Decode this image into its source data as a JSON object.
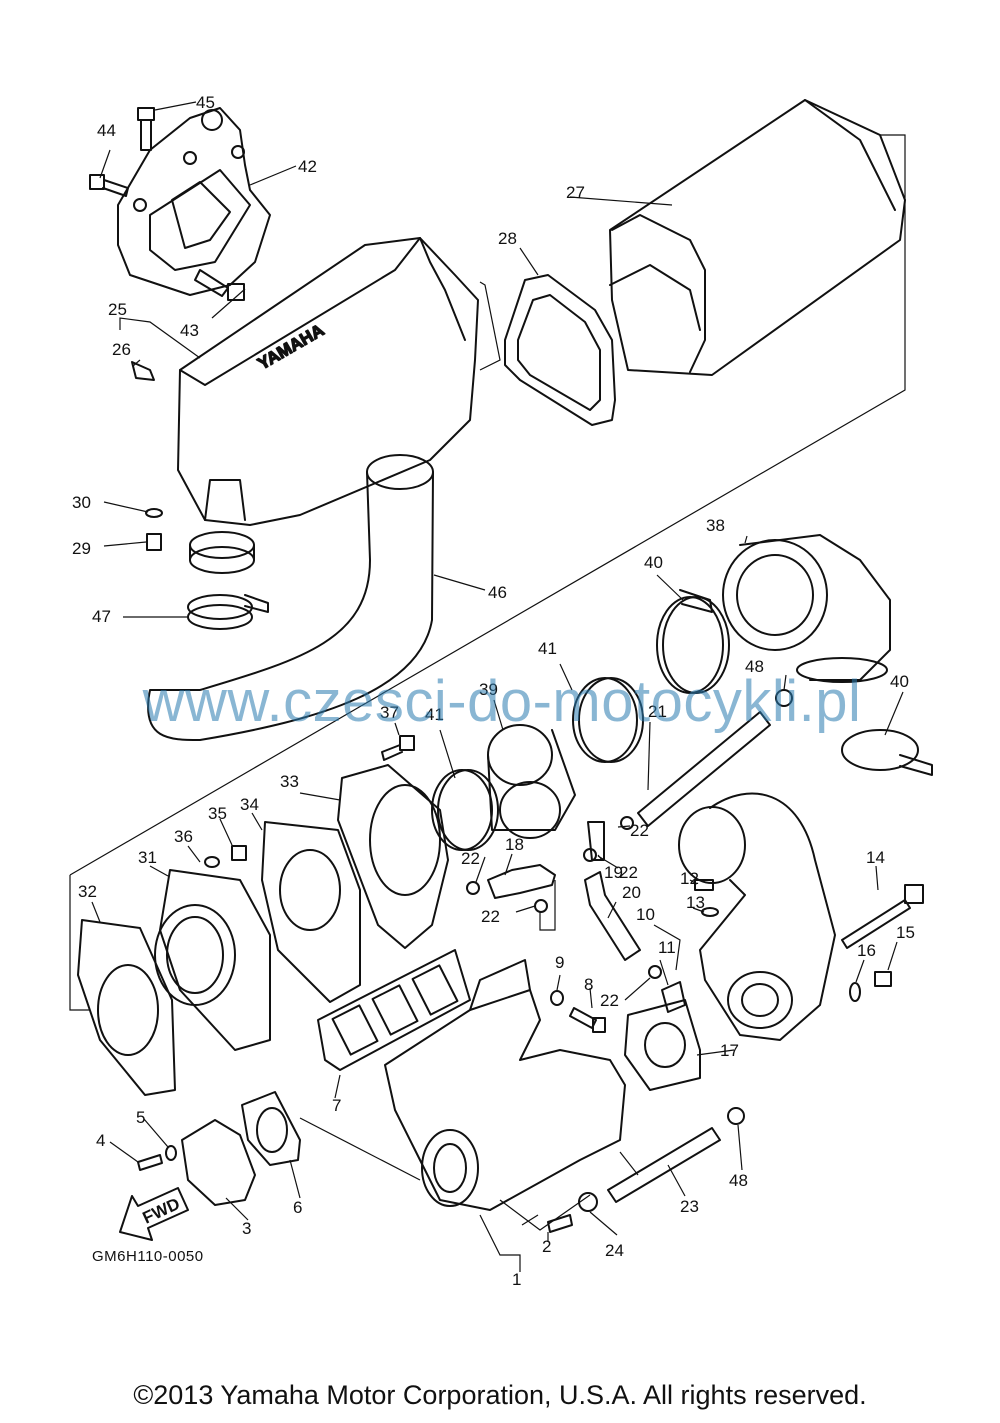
{
  "diagram": {
    "drawing_code": "GM6H110-0050",
    "watermark": "www.czesci-do-motocykli.pl",
    "copyright": "©2013 Yamaha Motor Corporation, U.S.A. All rights reserved.",
    "brand_text": "YAMAHA",
    "fwd_text": "FWD",
    "part_numbers": [
      "1",
      "2",
      "3",
      "4",
      "5",
      "6",
      "7",
      "8",
      "9",
      "10",
      "11",
      "12",
      "13",
      "14",
      "15",
      "16",
      "17",
      "18",
      "19",
      "20",
      "21",
      "22",
      "22",
      "22",
      "22",
      "22",
      "23",
      "24",
      "25",
      "26",
      "27",
      "28",
      "29",
      "30",
      "31",
      "32",
      "33",
      "34",
      "35",
      "36",
      "37",
      "38",
      "39",
      "40",
      "40",
      "41",
      "41",
      "42",
      "43",
      "44",
      "45",
      "46",
      "47",
      "48",
      "48"
    ]
  }
}
